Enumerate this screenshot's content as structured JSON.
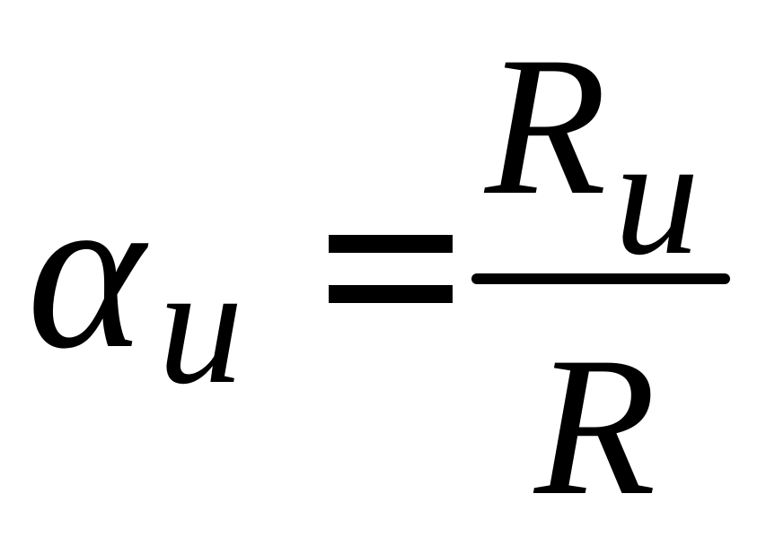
{
  "formula": {
    "lhs_symbol": "α",
    "lhs_subscript": "u",
    "equals": "=",
    "numerator_symbol": "R",
    "numerator_subscript": "u",
    "denominator_symbol": "R"
  }
}
